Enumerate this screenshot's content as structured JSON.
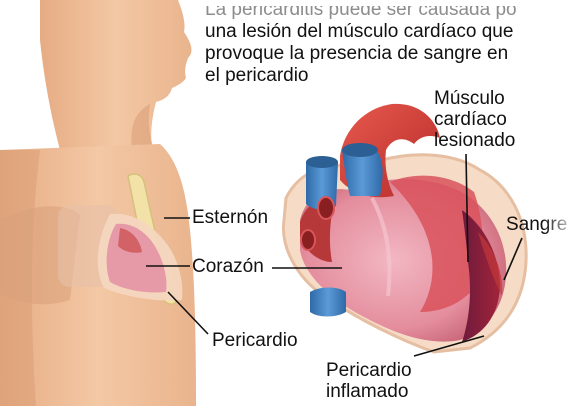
{
  "caption": {
    "line_faded": "La pericarditis puede ser causada po",
    "line1": "una lesión del músculo cardíaco que",
    "line2": "provoque la presencia de sangre en",
    "line3": "el pericardio"
  },
  "labels": {
    "musculo": [
      "Músculo",
      "cardíaco",
      "lesionado"
    ],
    "sangre": "Sangre",
    "esternon": "Esternón",
    "corazon": "Corazón",
    "pericardio": "Pericardio",
    "pericardio_inflamado": [
      "Pericardio",
      "inflamado"
    ]
  },
  "colors": {
    "skin": "#f2c49f",
    "skin_shadow": "#d9a07a",
    "heart_pink": "#e89aa8",
    "heart_red": "#cf3b35",
    "vessel_blue": "#3f7fbf",
    "pericardium": "#f4d6bf",
    "blood": "#8b1a26"
  }
}
